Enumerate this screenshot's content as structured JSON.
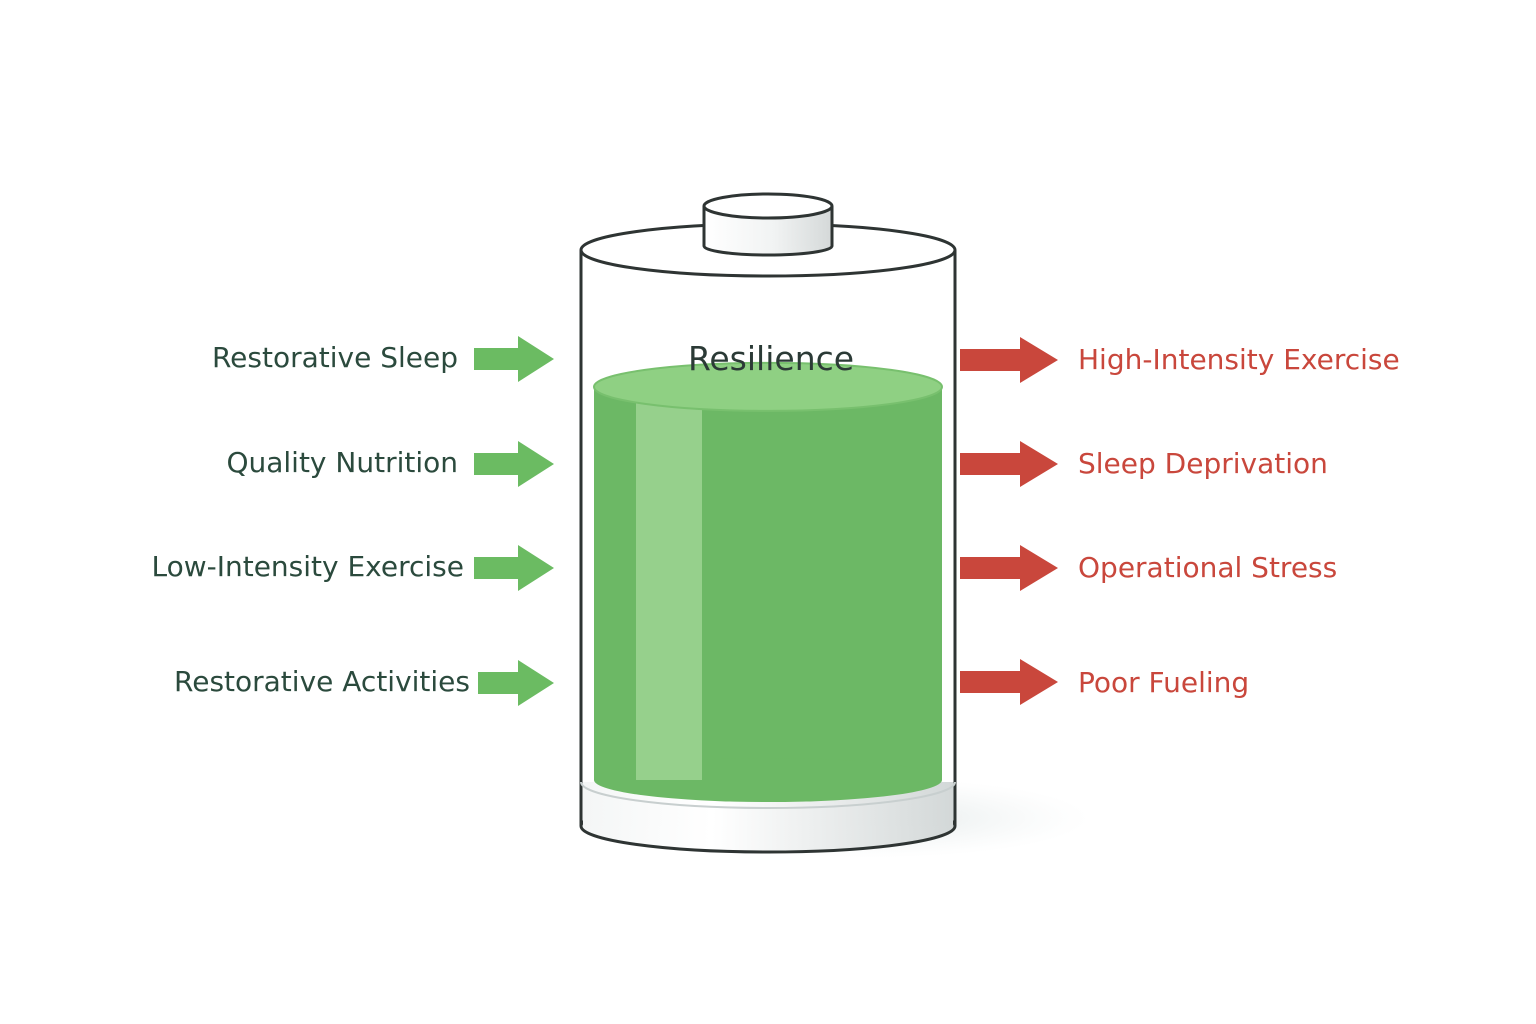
{
  "diagram": {
    "battery": {
      "title": "Resilience",
      "fill_level": 0.78,
      "colors": {
        "fill": "#6cb865",
        "fill_top": "#8fd083",
        "fill_highlight": "#9dd393",
        "outline": "#2e3433"
      }
    },
    "inflows": [
      {
        "label": "Restorative Sleep",
        "icon": "right-arrow-icon"
      },
      {
        "label": "Quality Nutrition",
        "icon": "right-arrow-icon"
      },
      {
        "label": "Low-Intensity Exercise",
        "icon": "right-arrow-icon"
      },
      {
        "label": "Restorative Activities",
        "icon": "right-arrow-icon"
      }
    ],
    "outflows": [
      {
        "label": "High-Intensity Exercise",
        "icon": "right-arrow-icon"
      },
      {
        "label": "Sleep Deprivation",
        "icon": "right-arrow-icon"
      },
      {
        "label": "Operational Stress",
        "icon": "right-arrow-icon"
      },
      {
        "label": "Poor Fueling",
        "icon": "right-arrow-icon"
      }
    ],
    "colors": {
      "inflow_arrow": "#6bbb62",
      "inflow_text": "#2b4a3d",
      "outflow_arrow": "#c9473c",
      "outflow_text": "#c9473c"
    }
  }
}
